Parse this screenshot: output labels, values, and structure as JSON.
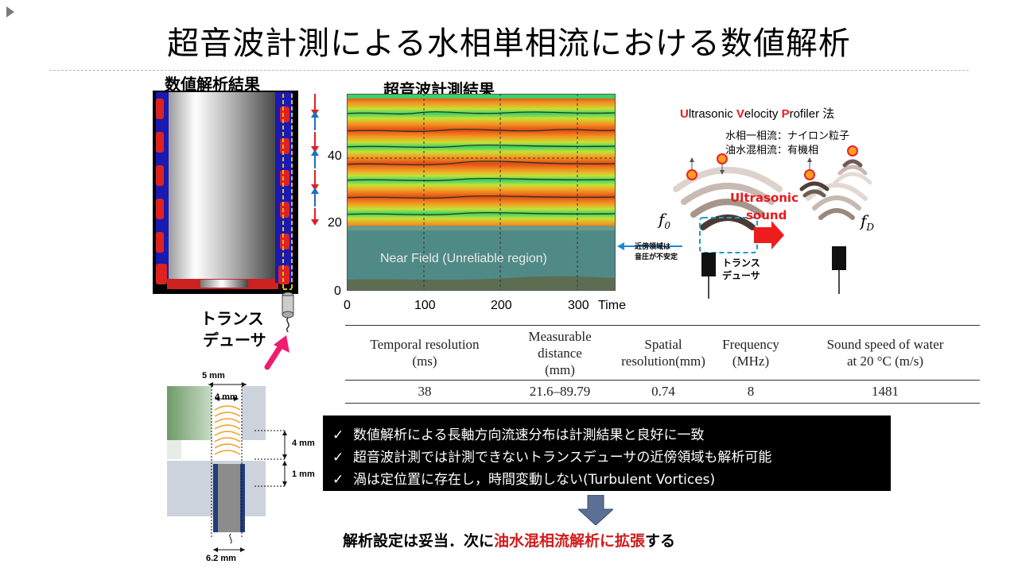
{
  "slide": {
    "title": "超音波計測による水相単相流における数値解析"
  },
  "simulation": {
    "label": "数値解析結果",
    "transducer_label_line1": "トランス",
    "transducer_label_line2": "デューサ"
  },
  "measurement": {
    "label": "超音波計測結果",
    "near_field_label": "Near Field (Unreliable region)",
    "x_ticks": [
      "0",
      "100",
      "200",
      "300"
    ],
    "x_unit": "Time",
    "y_ticks": [
      "0",
      "20",
      "40"
    ]
  },
  "upf": {
    "title_initial_1": "U",
    "title_rest_1": "ltrasonic ",
    "title_initial_2": "V",
    "title_rest_2": "elocity ",
    "title_initial_3": "P",
    "title_rest_3": "rofiler",
    "title_suffix": " 法",
    "line1": "水相一相流：ナイロン粒子",
    "line2": "油水混相流：有機相",
    "f0_label": "f",
    "f0_sub": "0",
    "fd_label": "f",
    "fd_sub": "D",
    "ultrasonic_line1": "Ultrasonic",
    "ultrasonic_line2": "sound",
    "near_note_line1": "近傍領域は",
    "near_note_line2": "音圧が不安定",
    "transducer_line1": "トランス",
    "transducer_line2": "デューサ",
    "accent_color": "#e81919"
  },
  "params_table": {
    "headers": [
      [
        "Temporal resolution",
        "(ms)"
      ],
      [
        "Measurable",
        "distance",
        "(mm)"
      ],
      [
        "Spatial",
        "resolution(mm)"
      ],
      [
        "Frequency",
        "(MHz)"
      ],
      [
        "Sound speed of water",
        "at 20 °C (m/s)"
      ]
    ],
    "values": [
      "38",
      "21.6–89.79",
      "0.74",
      "8",
      "1481"
    ]
  },
  "dimensions": {
    "d1": "5 mm",
    "d2": "4 mm",
    "d3": "4 mm",
    "d4": "1 mm",
    "d5": "6.2 mm"
  },
  "summary": {
    "check": "✓",
    "items": [
      "数値解析による長軸方向流速分布は計測結果と良好に一致",
      "超音波計測では計測できないトランスデューサの近傍領域も解析可能",
      "渦は定位置に存在し，時間変動しない(Turbulent Vortices)"
    ]
  },
  "conclusion": {
    "part1": "解析設定は妥当．次に",
    "highlight": "油水混相流解析に拡張",
    "part2": "する",
    "highlight_color": "#d11a1a"
  }
}
